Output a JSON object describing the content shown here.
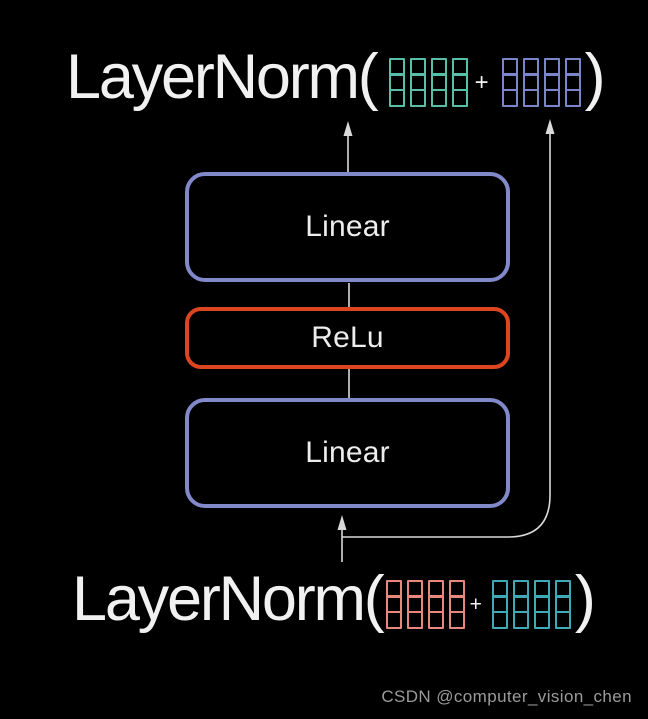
{
  "colors": {
    "background": "#000000",
    "text": "#f1f1f1",
    "line": "#d9d9d9",
    "linear_border": "#8289cb",
    "relu_border": "#dc4520",
    "matrix_teal_top": "#57bfa7",
    "matrix_purple": "#7b85c9",
    "matrix_pink": "#e8877e",
    "matrix_teal_bottom": "#3fa9b5",
    "watermark": "#9b9b9b"
  },
  "top_formula": {
    "function_text": "LayerNorm(",
    "plus": "+",
    "close": ")",
    "left_matrix": {
      "color": "#57bfa7",
      "columns": 4,
      "rows": 3
    },
    "right_matrix": {
      "color": "#7b85c9",
      "columns": 4,
      "rows": 3
    }
  },
  "blocks": {
    "linear_top": "Linear",
    "relu": "ReLu",
    "linear_bottom": "Linear"
  },
  "bottom_formula": {
    "function_text": "LayerNorm(",
    "plus": "+",
    "close": ")",
    "left_matrix": {
      "color": "#e8877e",
      "columns": 4,
      "rows": 3
    },
    "right_matrix": {
      "color": "#3fa9b5",
      "columns": 4,
      "rows": 3
    }
  },
  "watermark": "CSDN @computer_vision_chen"
}
